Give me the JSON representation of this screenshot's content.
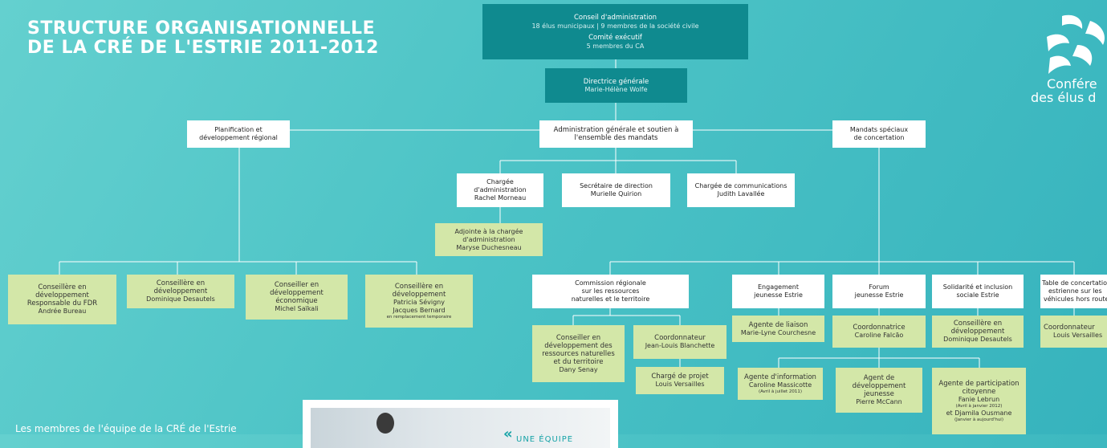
{
  "title": {
    "line1": "Structure organisationnelle",
    "line2": "de la CRÉ de l'Estrie 2011-2012"
  },
  "logo": {
    "line1": "Confére",
    "line2": "des élus d"
  },
  "board": {
    "title": "Conseil d'administration",
    "subtitle": "18 élus municipaux | 9 membres de la société civile",
    "committee": "Comité exécutif",
    "committee_sub": "5 membres du CA"
  },
  "director": {
    "title": "Directrice générale",
    "name": "Marie-Hélène Wolfe"
  },
  "branches": {
    "planning": {
      "line1": "Planification et",
      "line2": "développement régional"
    },
    "admin": {
      "line1": "Administration générale et soutien à",
      "line2": "l'ensemble des mandats"
    },
    "mandates": {
      "line1": "Mandats spéciaux",
      "line2": "de concertation"
    }
  },
  "admin_staff": {
    "chargee": {
      "line1": "Chargée",
      "line2": "d'administration",
      "name": "Rachel Morneau"
    },
    "secretaire": {
      "title": "Secrétaire de direction",
      "name": "Murielle Quirion"
    },
    "communications": {
      "title": "Chargée de communications",
      "name": "Judith Lavallée"
    },
    "adjointe": {
      "line1": "Adjointe à la chargée",
      "line2": "d'administration",
      "name": "Maryse Duchesneau"
    }
  },
  "planning_staff": {
    "c1": {
      "line1": "Conseillère en",
      "line2": "développement",
      "line3": "Responsable du FDR",
      "name": "Andrée Bureau"
    },
    "c2": {
      "line1": "Conseillère en",
      "line2": "développement",
      "name": "Dominique Desautels"
    },
    "c3": {
      "line1": "Conseiller en",
      "line2": "développement",
      "line3": "économique",
      "name": "Michel Saïkali"
    },
    "c4": {
      "line1": "Conseillère en",
      "line2": "développement",
      "name1": "Patricia Sévigny",
      "name2": "Jacques Bernard",
      "note": "en remplacement temporaire"
    }
  },
  "mandates": {
    "commission": {
      "line1": "Commission régionale",
      "line2": "sur les ressources",
      "line3": "naturelles et le territoire"
    },
    "engagement": {
      "line1": "Engagement",
      "line2": "jeunesse Estrie"
    },
    "forum": {
      "line1": "Forum",
      "line2": "jeunesse Estrie"
    },
    "solidarite": {
      "line1": "Solidarité et inclusion",
      "line2": "sociale Estrie"
    },
    "table": {
      "line1": "Table de concertation",
      "line2": "estrienne sur les",
      "line3": "véhicules hors route"
    }
  },
  "mandate_staff": {
    "crrnt_conseiller": {
      "line1": "Conseiller en",
      "line2": "développement des",
      "line3": "ressources naturelles",
      "line4": "et du territoire",
      "name": "Dany Senay"
    },
    "crrnt_coord": {
      "title": "Coordonnateur",
      "name": "Jean-Louis Blanchette"
    },
    "crrnt_projet": {
      "title": "Chargé de projet",
      "name": "Louis Versailles"
    },
    "engagement_agent": {
      "title": "Agente de liaison",
      "name": "Marie-Lyne Courchesne"
    },
    "forum_coord": {
      "title": "Coordonnatrice",
      "name": "Caroline Falcão"
    },
    "solidarite_conseiller": {
      "line1": "Conseillère en",
      "line2": "développement",
      "name": "Dominique Desautels"
    },
    "table_coord": {
      "title": "Coordonnateur",
      "name": "Louis Versailles"
    },
    "forum_info": {
      "title": "Agente d'information",
      "name": "Caroline Massicotte",
      "note": "(Avril à juillet 2011)"
    },
    "forum_dev": {
      "line1": "Agent de",
      "line2": "développement",
      "line3": "jeunesse",
      "name": "Pierre McCann"
    },
    "forum_participation": {
      "line1": "Agente de participation",
      "line2": "citoyenne",
      "name1": "Fanie Lebrun",
      "note1": "(Avril à janvier 2012)",
      "name2": "et Djamila Ousmane",
      "note2": "(Janvier à aujourd'hui)"
    }
  },
  "footer": {
    "team_text": "Les membres de l'équipe de la CRÉ de l'Estrie",
    "quote_mark": "«",
    "quote_text": "UNE ÉQUIPE"
  },
  "colors": {
    "background": "#4cc3c6",
    "teal_box": "#0f8a8f",
    "green_box": "#d3e7a8",
    "white_box": "#ffffff",
    "line": "#ffffff"
  }
}
